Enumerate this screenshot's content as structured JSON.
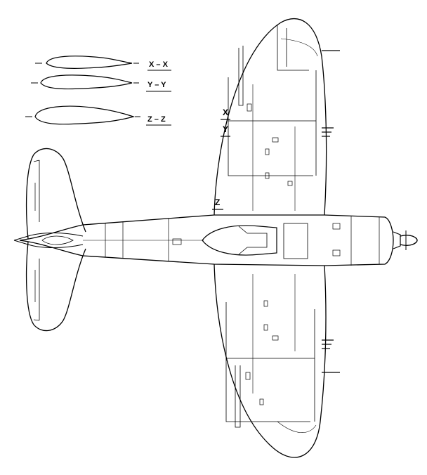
{
  "drawing": {
    "ink_color": "#000000",
    "paper_color": "#ffffff",
    "sections": [
      {
        "id": "xx",
        "label": "X – X"
      },
      {
        "id": "yy",
        "label": "Y – Y"
      },
      {
        "id": "zz",
        "label": "Z – Z"
      }
    ],
    "station_markers": [
      {
        "id": "x",
        "label": "X"
      },
      {
        "id": "y",
        "label": "Y"
      },
      {
        "id": "z",
        "label": "Z"
      }
    ]
  }
}
